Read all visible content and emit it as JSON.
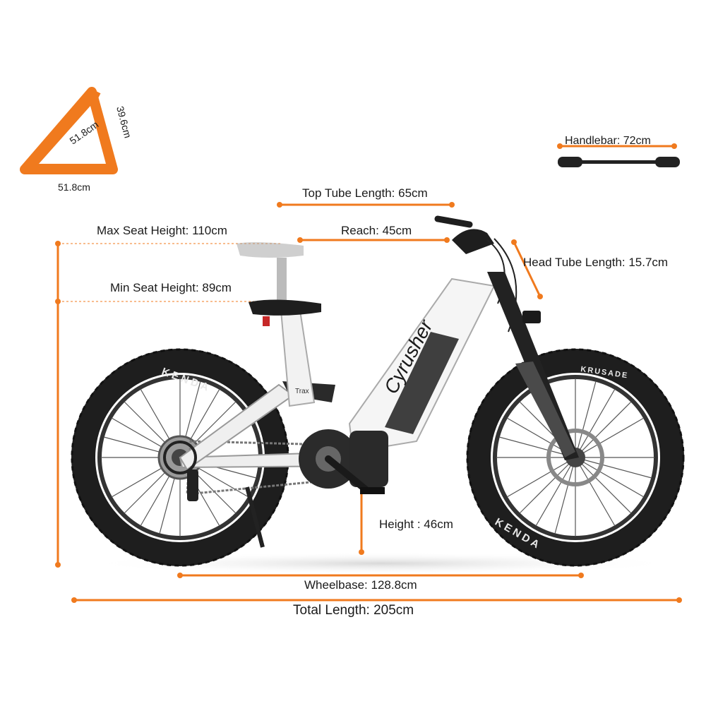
{
  "accent_color": "#f07a1e",
  "bike": {
    "brand_text": "Cyrusher",
    "model_text": "Trax",
    "tire_brand_text": "KENDA",
    "tire_model_text": "KRUSADE"
  },
  "triangle": {
    "side_a": "51.8cm",
    "side_b": "39.6cm",
    "base": "51.8cm"
  },
  "dimensions": {
    "handlebar": "Handlebar: 72cm",
    "top_tube": "Top Tube Length: 65cm",
    "max_seat_height": "Max Seat Height: 110cm",
    "reach": "Reach: 45cm",
    "head_tube": "Head Tube Length: 15.7cm",
    "min_seat_height": "Min Seat Height: 89cm",
    "height": "Height : 46cm",
    "wheelbase": "Wheelbase: 128.8cm",
    "total_length": "Total Length: 205cm"
  }
}
